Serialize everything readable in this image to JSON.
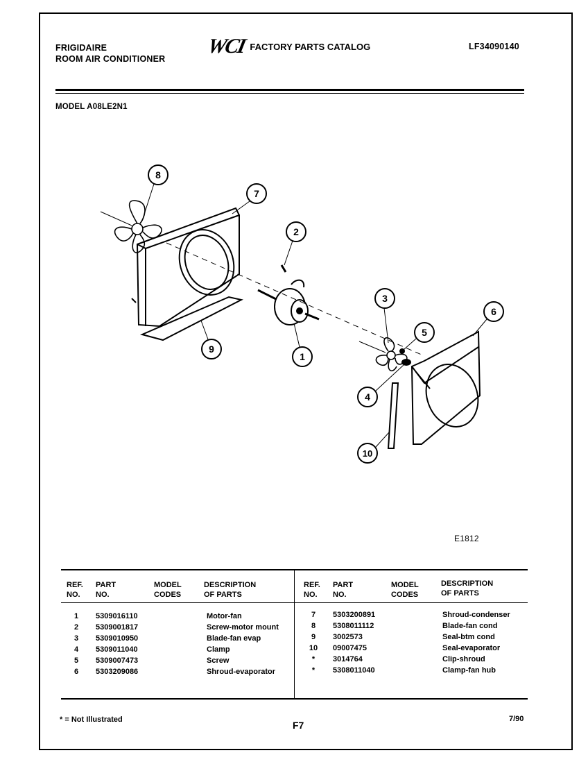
{
  "header": {
    "brand_line1": "FRIGIDAIRE",
    "brand_line2": "ROOM AIR CONDITIONER",
    "logo_text": "WCI",
    "catalog_title": "FACTORY PARTS CATALOG",
    "document_number": "LF34090140"
  },
  "model_label": "MODEL A08LE2N1",
  "diagram": {
    "callouts": [
      "8",
      "7",
      "2",
      "3",
      "5",
      "6",
      "1",
      "9",
      "4",
      "10"
    ],
    "figure_id": "E1812"
  },
  "table": {
    "headers_left": {
      "ref_line1": "REF.",
      "ref_line2": "NO.",
      "part_line1": "PART",
      "part_line2": "NO.",
      "model_line1": "MODEL",
      "model_line2": "CODES",
      "desc_line1": "DESCRIPTION",
      "desc_line2": "OF PARTS"
    },
    "headers_right": {
      "ref_line1": "REF.",
      "ref_line2": "NO.",
      "part_line1": "PART",
      "part_line2": "NO.",
      "model_line1": "MODEL",
      "model_line2": "CODES",
      "desc_line1": "DESCRIPTION",
      "desc_line2": "OF PARTS"
    },
    "left_rows": [
      {
        "ref": "1",
        "part": "5309016110",
        "desc": "Motor-fan"
      },
      {
        "ref": "2",
        "part": "5309001817",
        "desc": "Screw-motor mount"
      },
      {
        "ref": "3",
        "part": "5309010950",
        "desc": "Blade-fan evap"
      },
      {
        "ref": "4",
        "part": "5309011040",
        "desc": "Clamp"
      },
      {
        "ref": "5",
        "part": "5309007473",
        "desc": "Screw"
      },
      {
        "ref": "6",
        "part": "5303209086",
        "desc": "Shroud-evaporator"
      }
    ],
    "right_rows": [
      {
        "ref": "7",
        "part": "5303200891",
        "desc": "Shroud-condenser"
      },
      {
        "ref": "8",
        "part": "5308011112",
        "desc": "Blade-fan cond"
      },
      {
        "ref": "9",
        "part": "3002573",
        "desc": "Seal-btm cond"
      },
      {
        "ref": "10",
        "part": "09007475",
        "desc": "Seal-evaporator"
      },
      {
        "ref": "*",
        "part": "3014764",
        "desc": "Clip-shroud"
      },
      {
        "ref": "*",
        "part": "5308011040",
        "desc": "Clamp-fan hub"
      }
    ]
  },
  "footer": {
    "legend": "* = Not Illustrated",
    "page": "F7",
    "date": "7/90"
  }
}
